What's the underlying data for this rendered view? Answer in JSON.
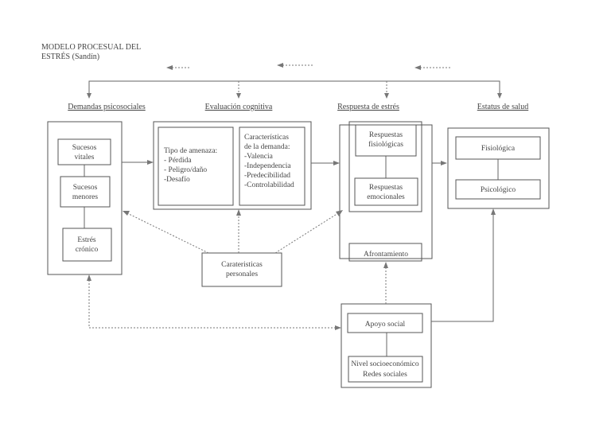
{
  "title": {
    "line1": "MODELO PROCESUAL DEL",
    "line2": "ESTRÉS (Sandín)"
  },
  "headers": {
    "demandas": "Demandas psicosociales",
    "evaluacion": "Evaluación cognitiva",
    "respuesta": "Respuesta de estrés",
    "estatus": "Estatus de salud"
  },
  "demandas": {
    "sucesos_vitales": [
      "Sucesos",
      "vitales"
    ],
    "sucesos_menores": [
      "Sucesos",
      "menores"
    ],
    "estres_cronico": [
      "Estrés",
      "crónico"
    ]
  },
  "evaluacion": {
    "amenaza": [
      "Tipo de amenaza:",
      "- Pérdida",
      "- Peligro/daño",
      "-Desafío"
    ],
    "caracteristicas": [
      "Características",
      "de la demanda:",
      "-Valencia",
      "-Independencia",
      "-Predecibilidad",
      "-Controlabilidad"
    ]
  },
  "respuesta": {
    "fisiologicas": [
      "Respuestas",
      "fisiológicas"
    ],
    "emocionales": [
      "Respuestas",
      "emocionales"
    ],
    "afrontamiento": "Afrontamiento"
  },
  "estatus": {
    "fisiologica": "Fisiológica",
    "psicologico": "Psicológico"
  },
  "personales": [
    "Carateristicas",
    "personales"
  ],
  "apoyo": {
    "apoyo_social": "Apoyo social",
    "nivel": [
      "Nivel socioeconómico",
      "Redes sociales"
    ]
  }
}
